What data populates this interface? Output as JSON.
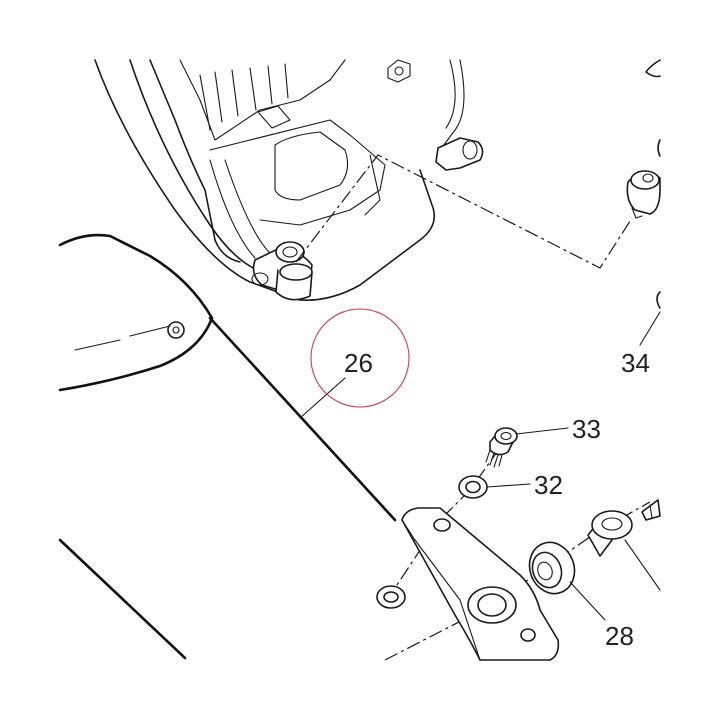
{
  "highlight_color": "#c83c50",
  "callouts": {
    "c26": "26",
    "c33": "33",
    "c32": "32",
    "c34": "34",
    "c28": "28"
  }
}
